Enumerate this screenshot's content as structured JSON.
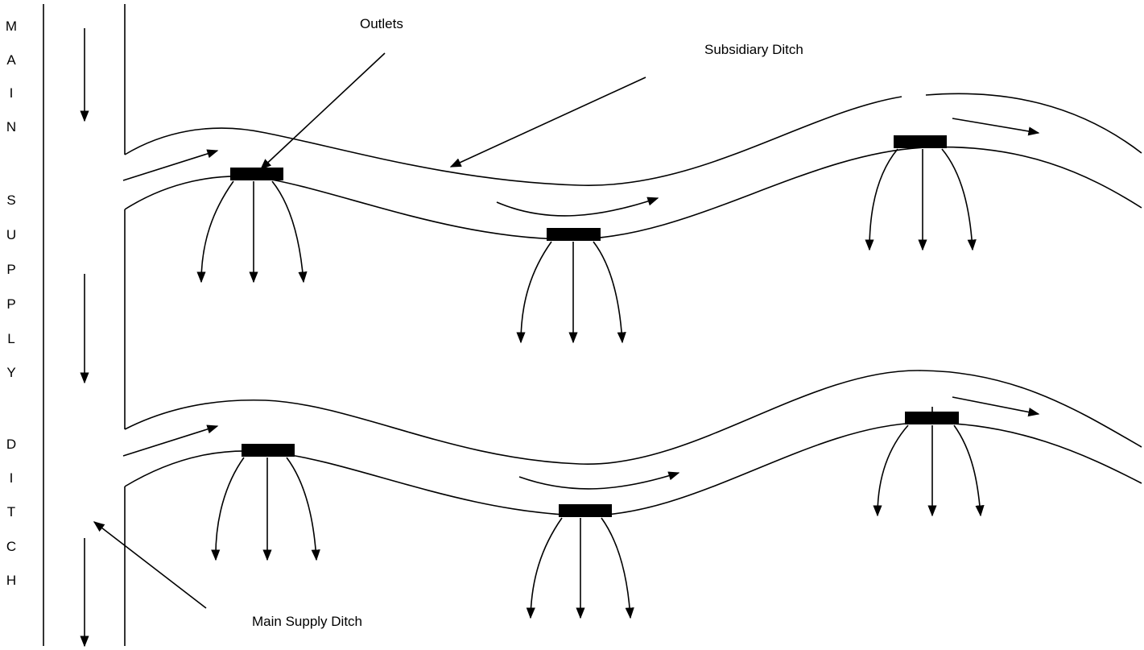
{
  "labels": {
    "outlets": "Outlets",
    "subsidiary_ditch": "Subsidiary Ditch",
    "main_supply_ditch": "Main Supply Ditch"
  },
  "vertical_label": [
    "M",
    "A",
    "I",
    "N",
    "",
    "S",
    "U",
    "P",
    "P",
    "L",
    "Y",
    "",
    "D",
    "I",
    "T",
    "C",
    "H"
  ],
  "colors": {
    "ink": "#000000",
    "background": "#ffffff"
  }
}
